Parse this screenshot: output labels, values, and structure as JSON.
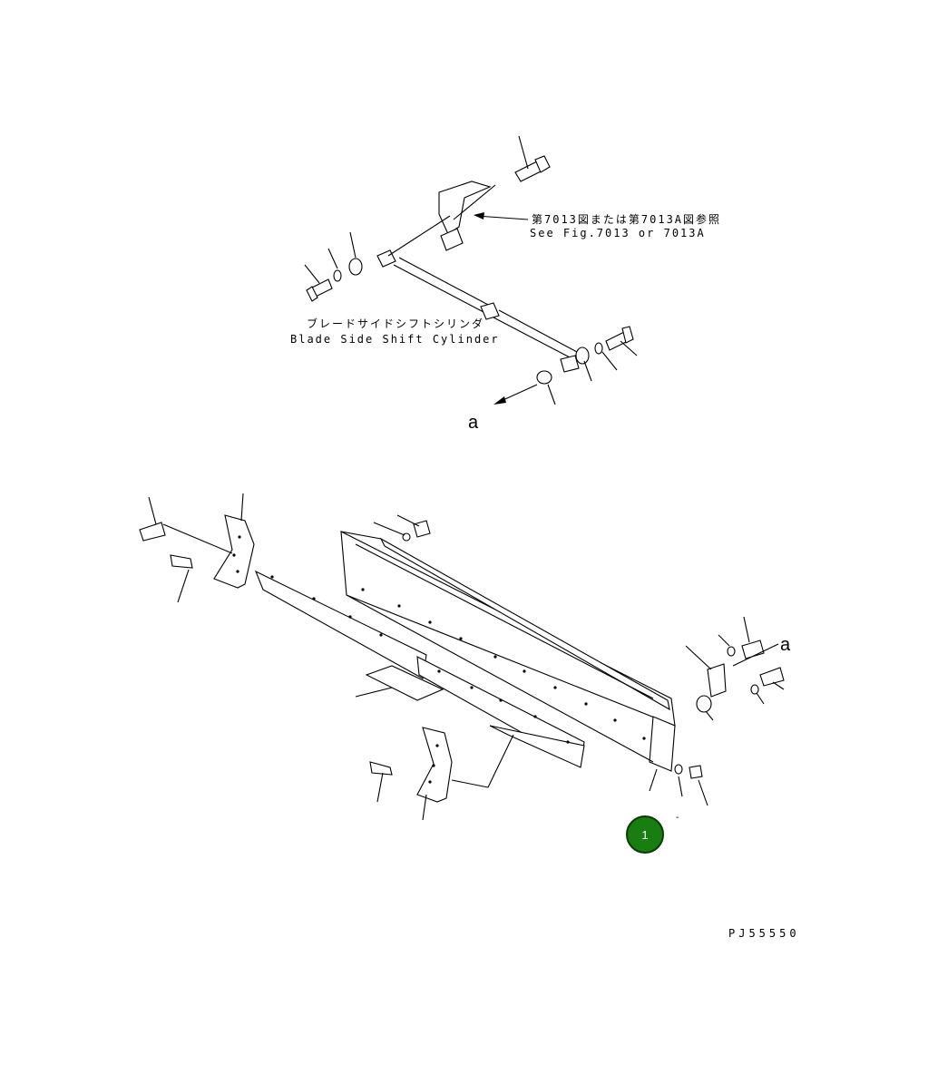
{
  "diagram": {
    "ref_jp": "第7013図または第7013A図参照",
    "ref_en": "See Fig.7013 or 7013A",
    "cylinder_jp": "ブレードサイドシフトシリンダ",
    "cylinder_en": "Blade Side Shift Cylinder",
    "view_label_upper": "a",
    "view_label_lower": "a",
    "drawing_code": "PJ55550"
  },
  "callout": {
    "number": "1",
    "suffix": "-",
    "color": "#1a7d12"
  }
}
